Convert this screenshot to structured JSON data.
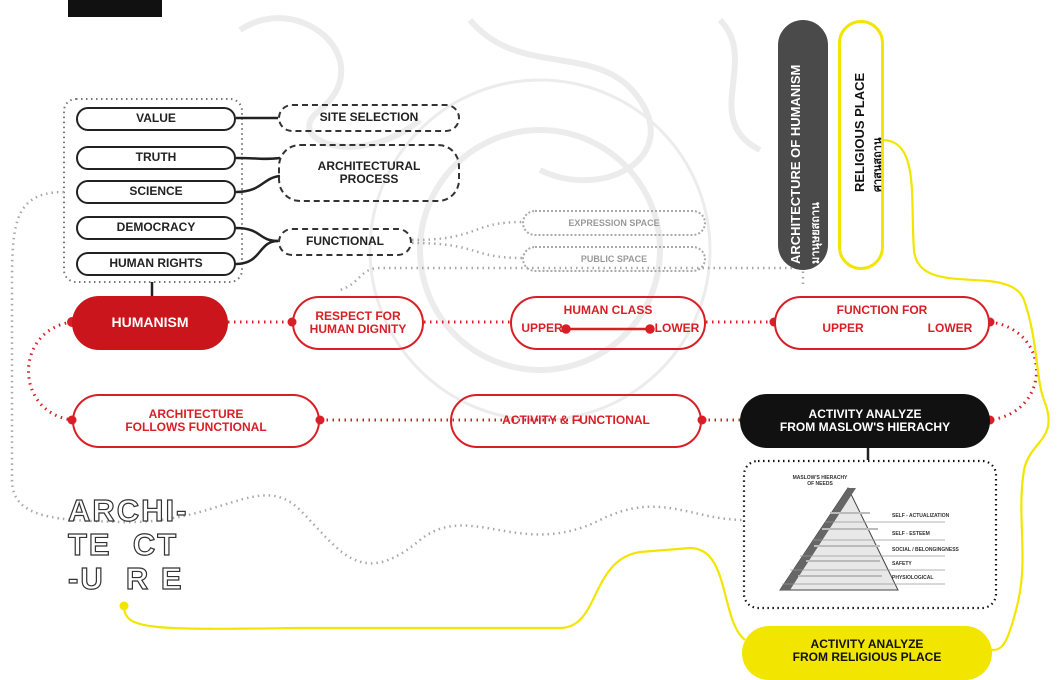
{
  "colors": {
    "red": "#d81f26",
    "dark_red": "#c9151b",
    "black": "#111111",
    "dark_grey": "#4a4a4a",
    "yellow": "#f2e500",
    "grey_dots": "#a8a8a8"
  },
  "values": {
    "value": "VALUE",
    "truth": "TRUTH",
    "science": "SCIENCE",
    "democracy": "DEMOCRACY",
    "human_rights": "HUMAN RIGHTS"
  },
  "processes": {
    "site_selection": "SITE SELECTION",
    "architectural_process": "ARCHITECTURAL\nPROCESS",
    "functional": "FUNCTIONAL"
  },
  "spaces": {
    "expression": "EXPRESSION SPACE",
    "public": "PUBLIC SPACE"
  },
  "chain_top": {
    "humanism": "HUMANISM",
    "respect": "RESPECT FOR\nHUMAN DIGNITY",
    "human_class": "HUMAN CLASS",
    "function_for": "FUNCTION FOR",
    "upper": "UPPER",
    "lower": "LOWER"
  },
  "chain_bottom": {
    "arch_follows": "ARCHITECTURE\nFOLLOWS FUNCTIONAL",
    "activity_functional": "ACTIVITY & FUNCTIONAL",
    "activity_maslow": "ACTIVITY ANALYZE\nFROM MASLOW'S HIERACHY",
    "activity_religious": "ACTIVITY ANALYZE\nFROM RELIGIOUS PLACE"
  },
  "vertical": {
    "architecture_of_humanism": "ARCHITECTURE OF HUMANISM",
    "architecture_of_humanism_thai": "มานุษยสถาน",
    "religious_place": "RELIGIOUS PLACE",
    "religious_place_thai": "ศาสนสถาน"
  },
  "maslow": {
    "title": "MASLOW'S HIERACHY\nOF NEEDS",
    "levels": [
      "SELF - ACTUALIZATION",
      "SELF - ESTEEM",
      "SOCIAL / BELONGINGNESS",
      "SAFETY",
      "PHYSIOLOGICAL"
    ]
  },
  "logo_text": "ARCHI-\nTE  CT\n-U  R E"
}
